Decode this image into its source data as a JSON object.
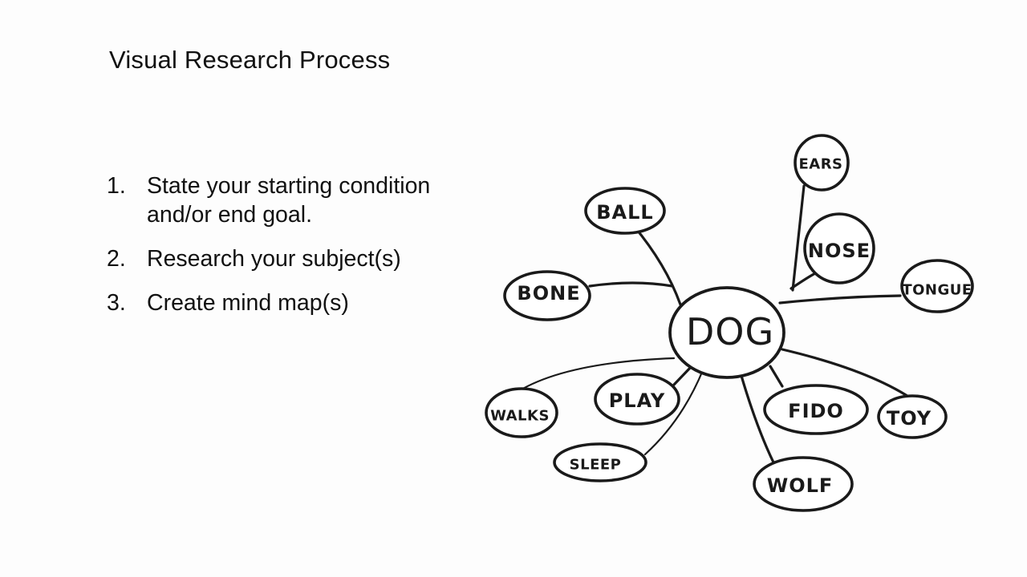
{
  "slide": {
    "title": "Visual Research Process",
    "steps": [
      {
        "number": "1.",
        "lines": [
          "State your starting condition",
          "and/or end goal."
        ]
      },
      {
        "number": "2.",
        "lines": [
          "Research your subject(s)"
        ]
      },
      {
        "number": "3.",
        "lines": [
          "Create mind map(s)"
        ]
      }
    ]
  },
  "mind_map": {
    "center": "DOG",
    "nodes": {
      "ears": "EARS",
      "ball": "BALL",
      "nose": "NOSE",
      "bone": "BONE",
      "tongue": "TONGUE",
      "walks": "WALKS",
      "play": "PLAY",
      "fido": "FIDO",
      "toy": "TOY",
      "sleep": "SLEEP",
      "wolf": "WOLF"
    }
  }
}
